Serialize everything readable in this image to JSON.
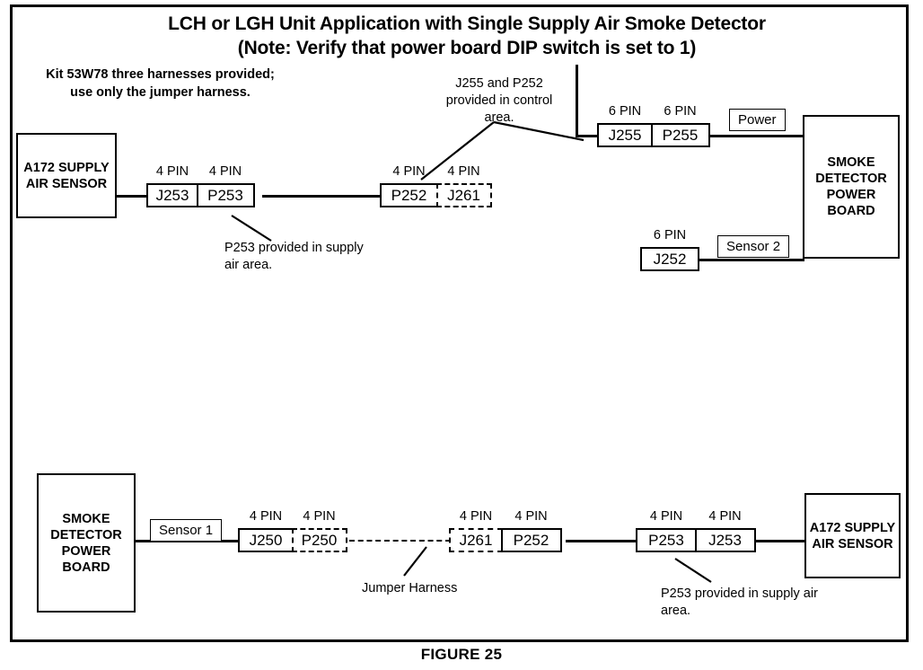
{
  "figure": {
    "caption": "FIGURE 25",
    "title_line1": "LCH or LGH Unit Application with Single Supply Air Smoke Detector",
    "title_line2": "(Note: Verify that power board DIP switch is set to 1)"
  },
  "notes": {
    "kit": "Kit 53W78 three harnesses provided; use only the jumper harness.",
    "control_area": "J255 and P252 provided in control area.",
    "p253_top": "P253 provided in supply air area.",
    "jumper_harness": "Jumper Harness",
    "p253_bottom": "P253 provided in supply air area."
  },
  "top_circuit": {
    "sensor_box": "A172 SUPPLY AIR SENSOR",
    "power_board_box": "SMOKE DETECTOR POWER BOARD",
    "connectors": [
      {
        "pins": "4 PIN",
        "name": "J253",
        "style": "solid"
      },
      {
        "pins": "4 PIN",
        "name": "P253",
        "style": "solid"
      },
      {
        "pins": "4 PIN",
        "name": "P252",
        "style": "solid"
      },
      {
        "pins": "4 PIN",
        "name": "J261",
        "style": "dashed"
      },
      {
        "pins": "6 PIN",
        "name": "J255",
        "style": "solid"
      },
      {
        "pins": "6 PIN",
        "name": "P255",
        "style": "solid"
      },
      {
        "pins": "6 PIN",
        "name": "J252",
        "style": "solid"
      }
    ],
    "wire_tags": [
      {
        "label": "Power"
      },
      {
        "label": "Sensor 2"
      }
    ]
  },
  "bottom_circuit": {
    "power_board_box": "SMOKE DETECTOR POWER BOARD",
    "sensor_box": "A172 SUPPLY AIR SENSOR",
    "wire_tags": [
      {
        "label": "Sensor 1"
      }
    ],
    "connectors": [
      {
        "pins": "4 PIN",
        "name": "J250",
        "style": "solid"
      },
      {
        "pins": "4 PIN",
        "name": "P250",
        "style": "dashed"
      },
      {
        "pins": "4 PIN",
        "name": "J261",
        "style": "dashed"
      },
      {
        "pins": "4 PIN",
        "name": "P252",
        "style": "solid"
      },
      {
        "pins": "4 PIN",
        "name": "P253",
        "style": "solid"
      },
      {
        "pins": "4 PIN",
        "name": "J253",
        "style": "solid"
      }
    ]
  },
  "colors": {
    "line": "#000000",
    "background": "#ffffff"
  }
}
